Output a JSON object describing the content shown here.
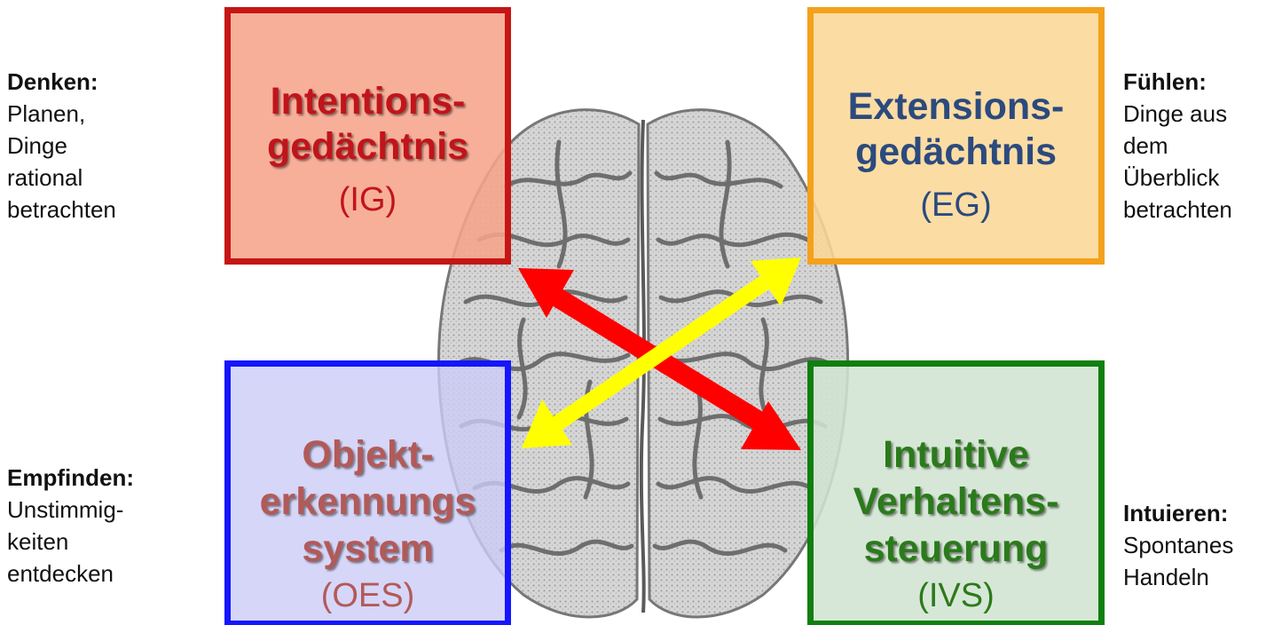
{
  "boxes": {
    "ig": {
      "name_line1": "Intentions-",
      "name_line2": "gedächtnis",
      "abbr": "(IG)"
    },
    "eg": {
      "name_line1": "Extensions-",
      "name_line2": "gedächtnis",
      "abbr": "(EG)"
    },
    "oes": {
      "name_line1": "Objekt-",
      "name_line2": "erkennungs",
      "name_line3": "system",
      "abbr": "(OES)"
    },
    "ivs": {
      "name_line1": "Intuitive",
      "name_line2": "Verhaltens-",
      "name_line3": "steuerung",
      "abbr": "(IVS)"
    }
  },
  "descriptions": {
    "denken": {
      "title": "Denken:",
      "lines": [
        "Planen,",
        "Dinge",
        "rational",
        "betrachten"
      ]
    },
    "fuehlen": {
      "title": "Fühlen:",
      "lines": [
        "Dinge aus",
        "dem",
        "Überblick",
        "betrachten"
      ]
    },
    "empfinden": {
      "title": "Empfinden:",
      "lines": [
        "Unstimmig-",
        "keiten",
        "entdecken"
      ]
    },
    "intuieren": {
      "title": "Intuieren:",
      "lines": [
        "Spontanes",
        "Handeln"
      ]
    }
  },
  "colors": {
    "ig_border": "#c61515",
    "eg_border": "#f4a11b",
    "oes_border": "#1515ff",
    "ivs_border": "#107f10",
    "arrow_ig_ivs": "#ff0000",
    "arrow_eg_oes": "#ffff00"
  },
  "icons": {
    "background": "brain-top-view-icon",
    "arrow1": "double-arrow-red",
    "arrow2": "double-arrow-yellow"
  }
}
